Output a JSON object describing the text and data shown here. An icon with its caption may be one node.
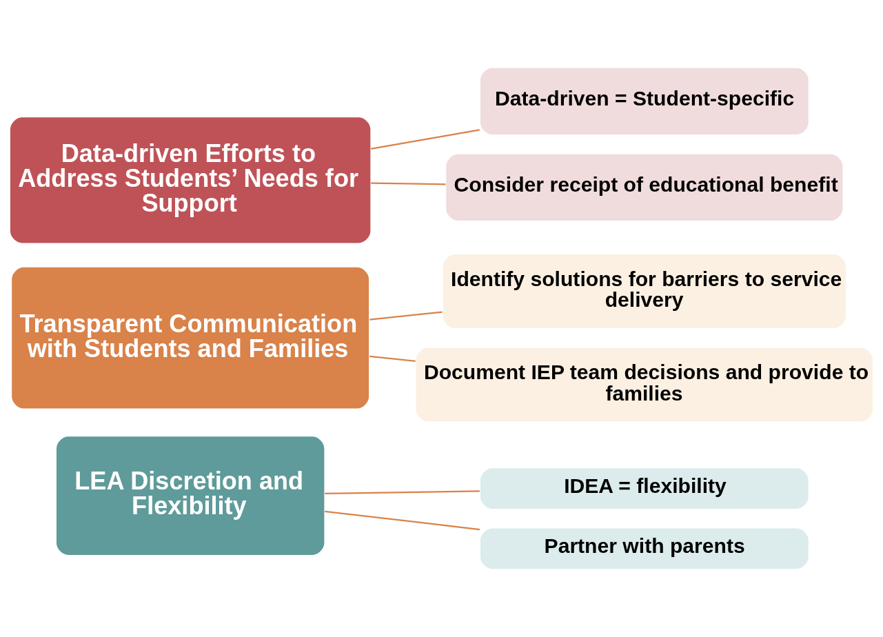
{
  "diagram": {
    "nodes": [
      {
        "text": [
          "LEA Discretion and Flexibility"
        ]
      },
      {
        "text": [
          "IDEA = flexibility"
        ]
      },
      {
        "text": [
          "Partner with parents"
        ]
      },
      {
        "text": [
          "Transparent Communication with Students and Families"
        ]
      },
      {
        "text": [
          "Identify solutions for barriers to service delivery"
        ]
      },
      {
        "text": [
          "Document IEP team decisions and provide to families"
        ]
      },
      {
        "text": [
          "Data-driven Efforts to Address Students’ Needs for Support"
        ]
      },
      {
        "text": [
          "Data-driven = Student-specific"
        ]
      },
      {
        "text": [
          "Consider receipt of educational benefit"
        ]
      }
    ],
    "edges": [
      {
        "from": 0,
        "to": 1,
        "arrow": "none"
      },
      {
        "from": 0,
        "to": 2,
        "arrow": "none"
      },
      {
        "from": 3,
        "to": 4,
        "arrow": "none"
      },
      {
        "from": 3,
        "to": 5,
        "arrow": "none"
      },
      {
        "from": 6,
        "to": 7,
        "arrow": "none"
      },
      {
        "from": 6,
        "to": 8,
        "arrow": "none"
      }
    ]
  }
}
